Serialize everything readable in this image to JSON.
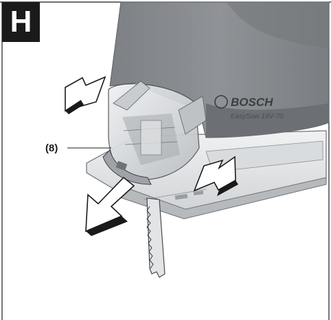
{
  "section": {
    "letter": "H"
  },
  "callout": {
    "label": "(8)"
  },
  "product": {
    "brand": "BOSCH",
    "model": "EasySaw 18V-70"
  },
  "colors": {
    "body": "#8a8d91",
    "body_dark": "#6e7175",
    "shoe": "#e4e6e8",
    "ink": "#1a1a1a"
  },
  "icons": {
    "press_arrow_left": "arrow-press-right",
    "press_arrow_right": "arrow-press-left",
    "release_arrow": "arrow-down-left"
  }
}
